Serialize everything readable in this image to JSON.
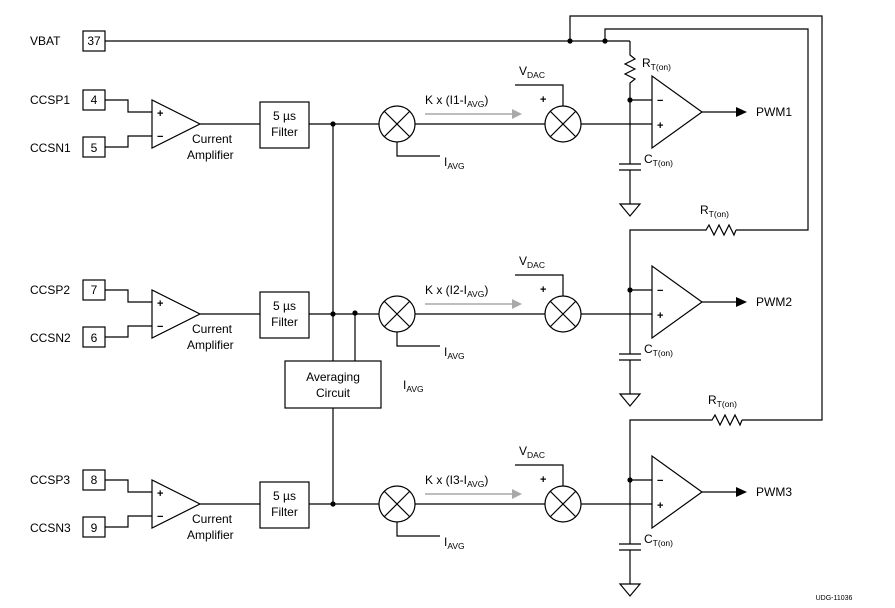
{
  "vbat": {
    "label": "VBAT",
    "pin": "37"
  },
  "channels": [
    {
      "p_label": "CCSP1",
      "p_pin": "4",
      "n_label": "CCSN1",
      "n_pin": "5",
      "amp": [
        "Current",
        "Amplifier"
      ],
      "filter": [
        "5 µs",
        "Filter"
      ],
      "k_expr": {
        "pre": "K x (I1-I",
        "sub": "AVG",
        "post": ")"
      },
      "iavg": {
        "main": "I",
        "sub": "AVG"
      },
      "vdac": {
        "main": "V",
        "sub": "DAC"
      },
      "plus": "+",
      "minus": "−",
      "rt": {
        "main": "R",
        "sub": "T(on)"
      },
      "ct": {
        "main": "C",
        "sub": "T(on)"
      },
      "pwm": "PWM1"
    },
    {
      "p_label": "CCSP2",
      "p_pin": "7",
      "n_label": "CCSN2",
      "n_pin": "6",
      "amp": [
        "Current",
        "Amplifier"
      ],
      "filter": [
        "5 µs",
        "Filter"
      ],
      "k_expr": {
        "pre": "K x (I2-I",
        "sub": "AVG",
        "post": ")"
      },
      "iavg": {
        "main": "I",
        "sub": "AVG"
      },
      "vdac": {
        "main": "V",
        "sub": "DAC"
      },
      "plus": "+",
      "minus": "−",
      "rt": {
        "main": "R",
        "sub": "T(on)"
      },
      "ct": {
        "main": "C",
        "sub": "T(on)"
      },
      "pwm": "PWM2"
    },
    {
      "p_label": "CCSP3",
      "p_pin": "8",
      "n_label": "CCSN3",
      "n_pin": "9",
      "amp": [
        "Current",
        "Amplifier"
      ],
      "filter": [
        "5 µs",
        "Filter"
      ],
      "k_expr": {
        "pre": "K x (I3-I",
        "sub": "AVG",
        "post": ")"
      },
      "iavg": {
        "main": "I",
        "sub": "AVG"
      },
      "vdac": {
        "main": "V",
        "sub": "DAC"
      },
      "plus": "+",
      "minus": "−",
      "rt": {
        "main": "R",
        "sub": "T(on)"
      },
      "ct": {
        "main": "C",
        "sub": "T(on)"
      },
      "pwm": "PWM3"
    }
  ],
  "averaging": {
    "lines": [
      "Averaging",
      "Circuit"
    ],
    "out": {
      "main": "I",
      "sub": "AVG"
    }
  },
  "doc_id": "UDG-11036"
}
